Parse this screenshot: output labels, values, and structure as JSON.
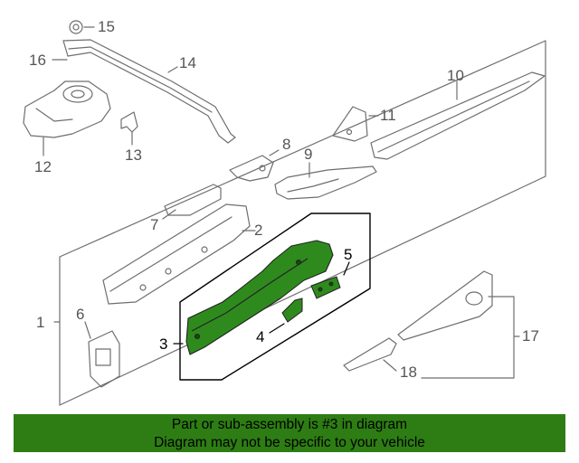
{
  "diagram": {
    "callouts": [
      {
        "id": "1",
        "label": "1"
      },
      {
        "id": "2",
        "label": "2"
      },
      {
        "id": "3",
        "label": "3"
      },
      {
        "id": "4",
        "label": "4"
      },
      {
        "id": "5",
        "label": "5"
      },
      {
        "id": "6",
        "label": "6"
      },
      {
        "id": "7",
        "label": "7"
      },
      {
        "id": "8",
        "label": "8"
      },
      {
        "id": "9",
        "label": "9"
      },
      {
        "id": "10",
        "label": "10"
      },
      {
        "id": "11",
        "label": "11"
      },
      {
        "id": "12",
        "label": "12"
      },
      {
        "id": "13",
        "label": "13"
      },
      {
        "id": "14",
        "label": "14"
      },
      {
        "id": "15",
        "label": "15"
      },
      {
        "id": "16",
        "label": "16"
      },
      {
        "id": "17",
        "label": "17"
      },
      {
        "id": "18",
        "label": "18"
      }
    ],
    "highlighted_part": "3",
    "colors": {
      "highlight": "#2f8a1e",
      "line": "#6e6e6e",
      "banner": "#2e7d14"
    }
  },
  "banner": {
    "line1": "Part or sub-assembly is #3 in diagram",
    "line2": "Diagram may not be specific to your vehicle"
  }
}
